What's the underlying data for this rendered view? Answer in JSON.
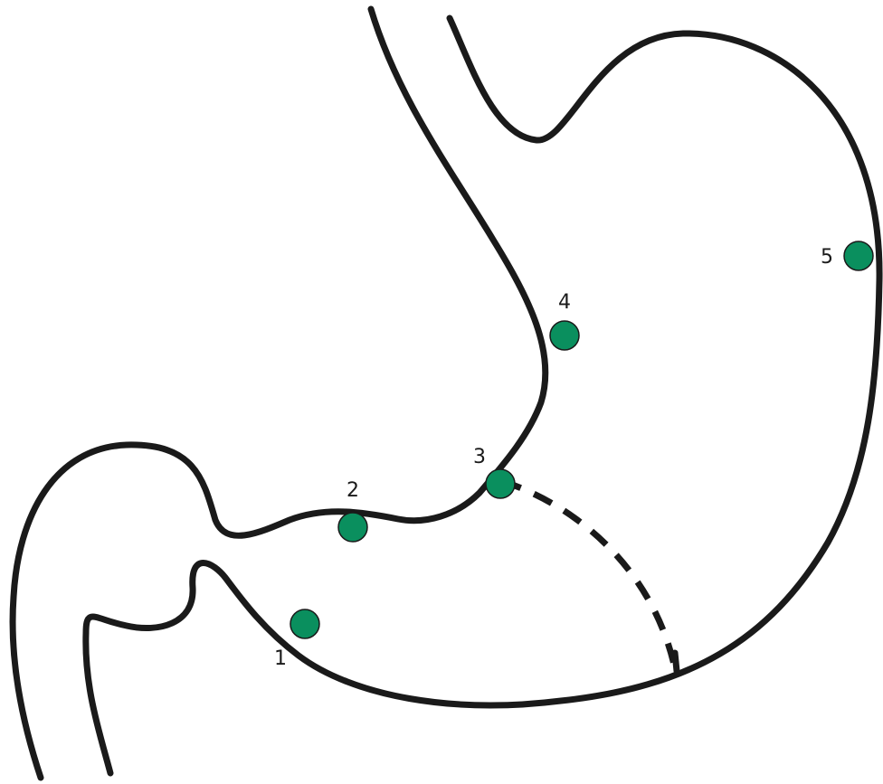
{
  "diagram": {
    "marker_color": "#0a8f5e",
    "outline_color": "#1a1a1a",
    "points": [
      {
        "id": "1",
        "label": "1"
      },
      {
        "id": "2",
        "label": "2"
      },
      {
        "id": "3",
        "label": "3"
      },
      {
        "id": "4",
        "label": "4"
      },
      {
        "id": "5",
        "label": "5"
      }
    ]
  }
}
